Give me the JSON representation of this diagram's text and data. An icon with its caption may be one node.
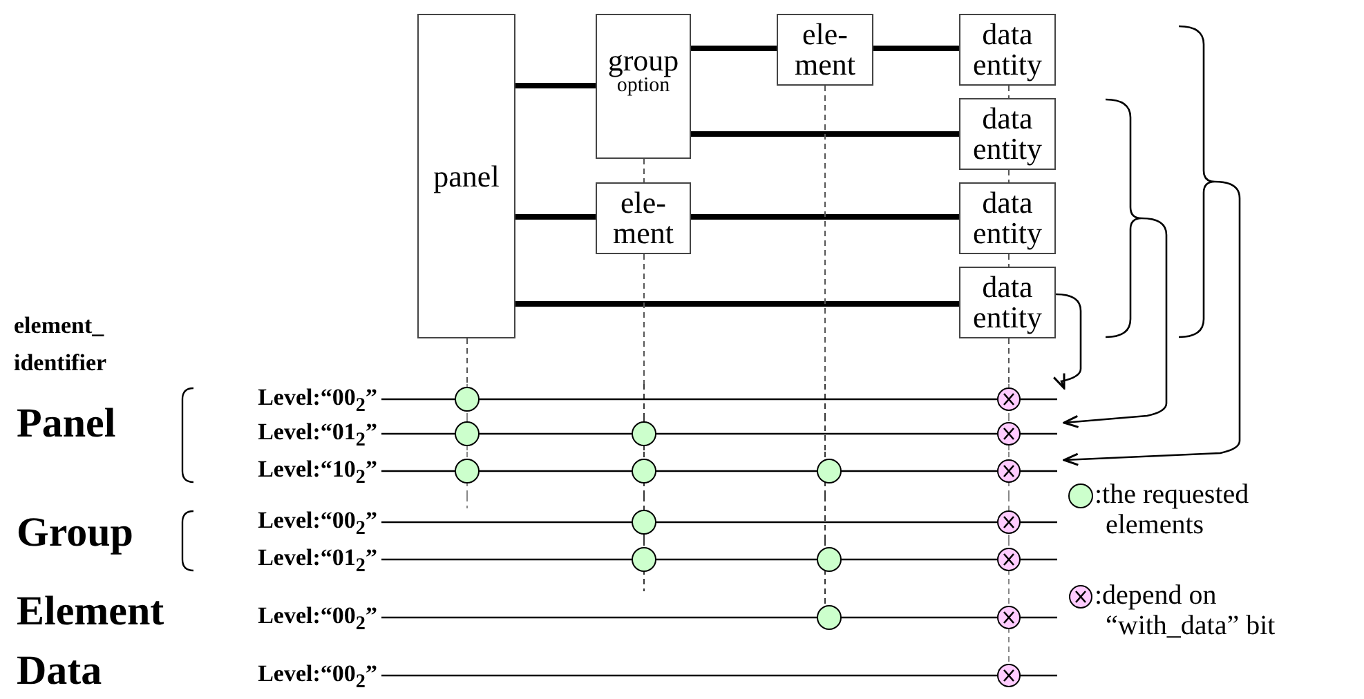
{
  "diagram": {
    "nodes": [
      {
        "text": [
          "panel"
        ]
      },
      {
        "text": [
          "group",
          "option"
        ]
      },
      {
        "text": [
          "ele- ment"
        ]
      },
      {
        "text": [
          "data entity"
        ]
      },
      {
        "text": [
          "data entity"
        ]
      },
      {
        "text": [
          "ele- ment"
        ]
      },
      {
        "text": [
          "data entity"
        ]
      },
      {
        "text": [
          "data entity"
        ]
      },
      {
        "text": [
          "Level:“00$_{2}$”"
        ]
      },
      {
        "text": [
          "Level:“01$_{2}$”"
        ]
      },
      {
        "text": [
          "Level:“10$_{2}$”"
        ]
      },
      {
        "text": [
          "Level:“00$_{2}$”"
        ]
      },
      {
        "text": [
          "Level:“01$_{2}$”"
        ]
      },
      {
        "text": [
          "Level:“00$_{2}$”"
        ]
      },
      {
        "text": [
          "Level:“00$_{2}$”"
        ]
      },
      {
        "text": [],
        "shape": "brace"
      },
      {
        "text": [],
        "shape": "brace"
      }
    ],
    "edges": [
      {
        "from": 0,
        "to": 1,
        "arrow": "none",
        "style": "thick"
      },
      {
        "from": 1,
        "to": 2,
        "arrow": "none",
        "style": "thick"
      },
      {
        "from": 2,
        "to": 3,
        "arrow": "none",
        "style": "thick"
      },
      {
        "from": 1,
        "to": 4,
        "arrow": "none",
        "style": "thick"
      },
      {
        "from": 0,
        "to": 5,
        "arrow": "none",
        "style": "thick"
      },
      {
        "from": 5,
        "to": 6,
        "arrow": "none",
        "style": "thick"
      },
      {
        "from": 0,
        "to": 7,
        "arrow": "none",
        "style": "thick"
      },
      {
        "from": 7,
        "to": 8,
        "arrow": "to"
      },
      {
        "from": 15,
        "to": 9,
        "arrow": "to"
      },
      {
        "from": 16,
        "to": 10,
        "arrow": "to"
      },
      {
        "from": 0,
        "to": 8,
        "arrow": "none",
        "style": "dashed"
      },
      {
        "from": 1,
        "to": 5,
        "arrow": "none",
        "style": "dashed"
      },
      {
        "from": 5,
        "to": 8,
        "arrow": "none",
        "style": "dashed"
      },
      {
        "from": 2,
        "to": 8,
        "arrow": "none",
        "style": "dashed"
      },
      {
        "from": 3,
        "to": 4,
        "arrow": "none",
        "style": "dashed"
      },
      {
        "from": 4,
        "to": 6,
        "arrow": "none",
        "style": "dashed"
      },
      {
        "from": 6,
        "to": 7,
        "arrow": "none",
        "style": "dashed"
      },
      {
        "from": 7,
        "to": 8,
        "arrow": "none",
        "style": "dashed"
      }
    ],
    "labels": [
      "element_ identifier",
      "Panel",
      "Group",
      "Element",
      "Data"
    ],
    "legend": [
      {
        "text": ":the requested elements",
        "color": "#ccffcc"
      },
      {
        "text": ":depend on “with_data” bit",
        "color": "#ffccff"
      }
    ]
  }
}
